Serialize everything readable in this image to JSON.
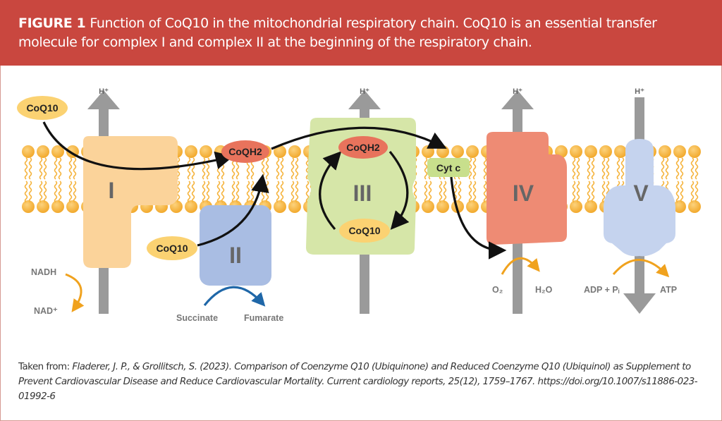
{
  "figure": {
    "label": "FIGURE 1",
    "title": "Function of CoQ10 in the mitochondrial respiratory chain. CoQ10 is an essential transfer molecule for complex I and complex II at the beginning of the respiratory chain."
  },
  "diagram": {
    "complexes": [
      {
        "id": "I",
        "label": "I",
        "color": "#fbd39a"
      },
      {
        "id": "II",
        "label": "II",
        "color": "#a9bde3"
      },
      {
        "id": "III",
        "label": "III",
        "color": "#d6e6a8"
      },
      {
        "id": "IV",
        "label": "IV",
        "color": "#ee8b74"
      },
      {
        "id": "V",
        "label": "V",
        "color": "#c5d3ee"
      }
    ],
    "proton_label": "H⁺",
    "molecules": {
      "coq10_top": "CoQ10",
      "coq10_complex2": "CoQ10",
      "coqh2_membrane": "CoQH2",
      "coqh2_complex3": "CoQH2",
      "coq10_complex3": "CoQ10",
      "cyt_c": "Cyt c"
    },
    "reactions": {
      "nadh": "NADH",
      "nad": "NAD⁺",
      "succinate": "Succinate",
      "fumarate": "Fumarate",
      "o2": "O₂",
      "h2o": "H₂O",
      "adp": "ADP + Pᵢ",
      "atp": "ATP"
    },
    "colors": {
      "lipid": "#f5b33c",
      "proton_arrow": "#9a9a9a",
      "coq10": "#fbd272",
      "coqh2": "#e8735c",
      "cytc": "#c8df8c",
      "reaction_arrow_orange": "#f0a21e",
      "reaction_arrow_blue": "#1f67a8",
      "header": "#c9473f"
    }
  },
  "caption": {
    "prefix": "Taken from: ",
    "citation": "Fladerer, J. P., & Grollitsch, S. (2023). Comparison of Coenzyme Q10 (Ubiquinone) and Reduced Coenzyme Q10 (Ubiquinol) as Supplement to Prevent Cardiovascular Disease and Reduce Cardiovascular Mortality. Current cardiology reports, 25(12), 1759–1767. https://doi.org/10.1007/s11886-023-01992-6"
  }
}
